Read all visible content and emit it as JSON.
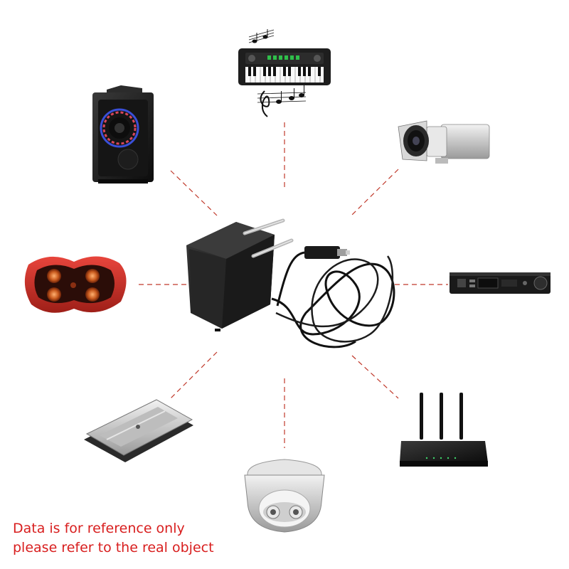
{
  "disclaimer": {
    "line1": "Data is for reference only",
    "line2": "please refer to the real object"
  },
  "colors": {
    "connector_line": "#c0392b",
    "disclaimer_text": "#d81e1e",
    "adapter_body": "#1c1c1c"
  },
  "devices": [
    {
      "name": "electronic-keyboard",
      "icon": "keyboard-icon"
    },
    {
      "name": "surveillance-camera",
      "icon": "bullet-camera-icon"
    },
    {
      "name": "set-top-box",
      "icon": "receiver-icon"
    },
    {
      "name": "wifi-router",
      "icon": "router-icon"
    },
    {
      "name": "dome-camera",
      "icon": "dome-camera-icon"
    },
    {
      "name": "flatbed-scanner",
      "icon": "scanner-icon"
    },
    {
      "name": "massage-pillow",
      "icon": "massage-pillow-icon"
    },
    {
      "name": "portable-speaker",
      "icon": "speaker-icon"
    }
  ],
  "center": {
    "name": "power-adapter",
    "icon": "power-adapter-icon"
  }
}
